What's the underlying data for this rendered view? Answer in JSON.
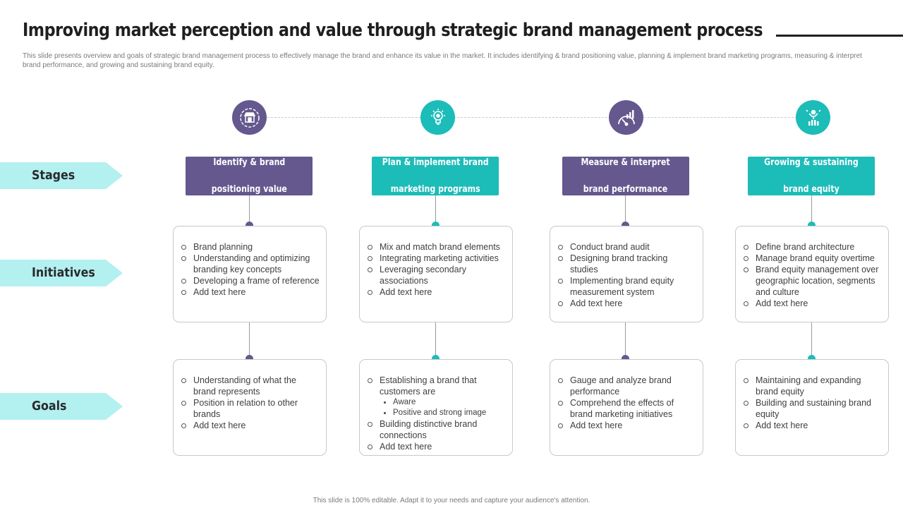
{
  "title": "Improving market perception and value through strategic brand management process",
  "subtitle": "This slide presents overview and goals of strategic brand management  process to effectively manage the brand and enhance its value in the market.  It includes identifying & brand positioning value, planning & implement  brand marketing programs, measuring & interpret brand performance, and growing and sustaining brand equity.",
  "row_labels": {
    "stages": "Stages",
    "initiatives": "Initiatives",
    "goals": "Goals"
  },
  "colors": {
    "purple": "#64588e",
    "teal": "#1cbcb8",
    "label_bg": "#b3f0f0"
  },
  "columns": [
    {
      "icon": "storefront-icon",
      "stage_line1": "Identify & brand",
      "stage_line2": "positioning value",
      "initiatives": [
        "Brand planning",
        "Understanding  and optimizing branding  key concepts",
        "Developing  a frame of reference",
        "Add text here"
      ],
      "goals": [
        "Understanding  of what the brand represents",
        "Position in relation to other brands",
        "Add text here"
      ]
    },
    {
      "icon": "lightbulb-gear-icon",
      "stage_line1": "Plan & implement brand",
      "stage_line2": "marketing programs",
      "initiatives": [
        "Mix and match brand elements",
        "Integrating marketing activities",
        "Leveraging secondary associations",
        "Add text here"
      ],
      "goals": [
        "Establishing  a brand that customers are",
        "Aware",
        "Positive and strong image",
        "Building distinctive brand connections",
        "Add text here"
      ]
    },
    {
      "icon": "gauge-chart-icon",
      "stage_line1": "Measure & interpret",
      "stage_line2": "brand performance",
      "initiatives": [
        "Conduct brand audit",
        "Designing  brand tracking studies",
        "Implementing brand equity measurement system",
        "Add text here"
      ],
      "goals": [
        "Gauge and analyze brand performance",
        "Comprehend  the effects of brand marketing initiatives",
        "Add text here"
      ]
    },
    {
      "icon": "growth-person-icon",
      "stage_line1": "Growing & sustaining",
      "stage_line2": "brand equity",
      "initiatives": [
        "Define brand architecture",
        "Manage brand  equity overtime",
        "Brand equity management over geographic  location, segments and culture",
        "Add text here"
      ],
      "goals": [
        "Maintaining and expanding brand equity",
        "Building and sustaining brand equity",
        "Add text here"
      ]
    }
  ],
  "footer": "This slide is 100% editable.  Adapt it to your needs and capture your audience's attention."
}
